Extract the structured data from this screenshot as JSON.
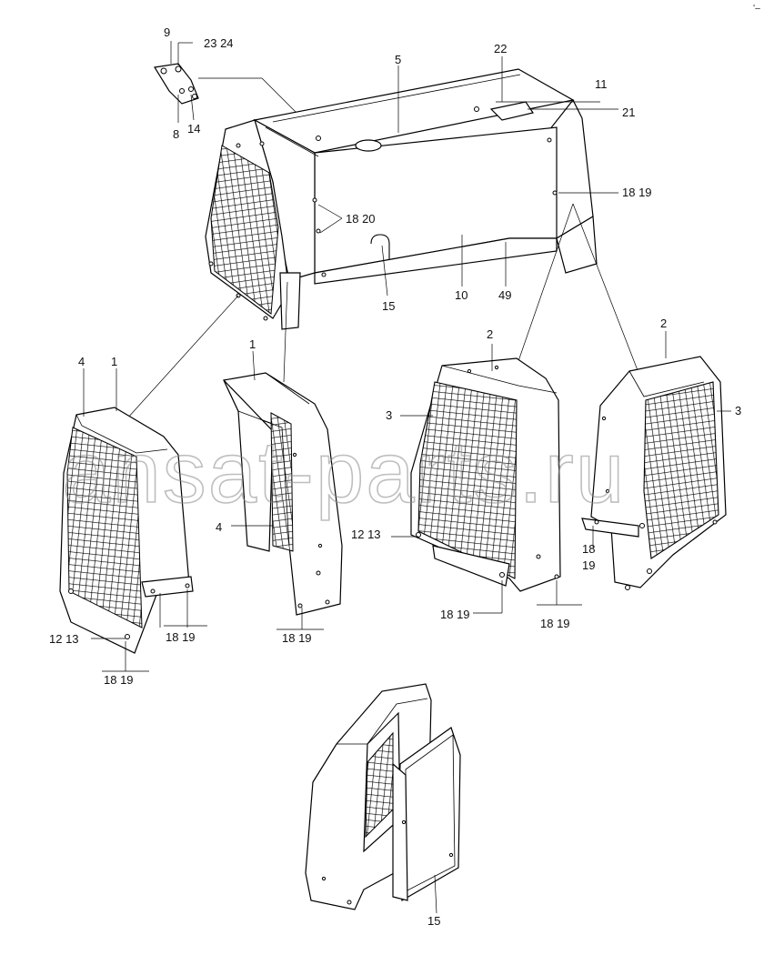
{
  "watermark": "ansat-parts.ru",
  "corner_mark": "ʻ‒",
  "callouts": {
    "top_9": "9",
    "top_23_24": "23  24",
    "top_8": "8",
    "top_14": "14",
    "main_5": "5",
    "main_22": "22",
    "main_11": "11",
    "main_21": "21",
    "main_18_19": "18  19",
    "main_18_20": "18  20",
    "main_15": "15",
    "main_10": "10",
    "main_49": "49",
    "left_4": "4",
    "left_1": "1",
    "left_12_13": "12  13",
    "left_18_19_a": "18  19",
    "left_18_19_b": "18  19",
    "mid_1": "1",
    "mid_4": "4",
    "mid_18_19": "18  19",
    "front_2": "2",
    "front_3": "3",
    "front_12_13": "12  13",
    "front_18_19_a": "18  19",
    "front_18_19_b": "18  19",
    "right_2": "2",
    "right_3": "3",
    "right_18": "18",
    "right_19": "19",
    "bottom_15": "15"
  },
  "grid_pattern": "mesh-grille"
}
